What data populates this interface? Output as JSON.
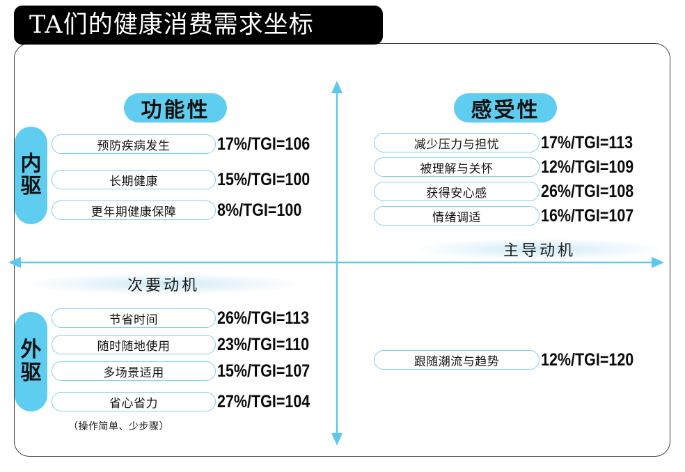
{
  "title": "TA们的健康消费需求坐标",
  "axes": {
    "vertical_color": "#5BC9EC",
    "horizontal_color": "#5BC9EC",
    "accent": "#5ECDEF",
    "pill_border": "#7FD2EE"
  },
  "quadrant_headers": {
    "functional": "功能性",
    "emotional": "感受性"
  },
  "drive_tabs": {
    "inner": {
      "line1": "内",
      "line2": "驱"
    },
    "outer": {
      "line1": "外",
      "line2": "驱"
    }
  },
  "motives": {
    "primary": "主导动机",
    "secondary": "次要动机"
  },
  "footnote": "（操作简单、少步骤）",
  "quadrants": {
    "functional_inner": {
      "items": [
        {
          "label": "预防疾病发生",
          "stat": "17%/TGI=106"
        },
        {
          "label": "长期健康",
          "stat": "15%/TGI=100"
        },
        {
          "label": "更年期健康保障",
          "stat": "8%/TGI=100"
        }
      ]
    },
    "emotional_inner": {
      "items": [
        {
          "label": "减少压力与担忧",
          "stat": "17%/TGI=113"
        },
        {
          "label": "被理解与关怀",
          "stat": "12%/TGI=109"
        },
        {
          "label": "获得安心感",
          "stat": "26%/TGI=108"
        },
        {
          "label": "情绪调适",
          "stat": "16%/TGI=107"
        }
      ]
    },
    "functional_outer": {
      "items": [
        {
          "label": "节省时间",
          "stat": "26%/TGI=113"
        },
        {
          "label": "随时随地使用",
          "stat": "23%/TGI=110"
        },
        {
          "label": "多场景适用",
          "stat": "15%/TGI=107"
        },
        {
          "label": "省心省力",
          "stat": "27%/TGI=104"
        }
      ]
    },
    "emotional_outer": {
      "items": [
        {
          "label": "跟随潮流与趋势",
          "stat": "12%/TGI=120"
        }
      ]
    }
  },
  "chart_data": {
    "type": "scatter",
    "title": "TA们的健康消费需求坐标",
    "xlabel": "次要动机 ← → 主导动机",
    "ylabel": "内驱 ↑ / 外驱 ↓",
    "quadrant_labels": [
      "功能性/内驱",
      "感受性/内驱",
      "功能性/外驱",
      "感受性/外驱"
    ],
    "points": [
      {
        "quadrant": "功能性-内驱",
        "label": "预防疾病发生",
        "percent": 17,
        "tgi": 106
      },
      {
        "quadrant": "功能性-内驱",
        "label": "长期健康",
        "percent": 15,
        "tgi": 100
      },
      {
        "quadrant": "功能性-内驱",
        "label": "更年期健康保障",
        "percent": 8,
        "tgi": 100
      },
      {
        "quadrant": "感受性-内驱",
        "label": "减少压力与担忧",
        "percent": 17,
        "tgi": 113
      },
      {
        "quadrant": "感受性-内驱",
        "label": "被理解与关怀",
        "percent": 12,
        "tgi": 109
      },
      {
        "quadrant": "感受性-内驱",
        "label": "获得安心感",
        "percent": 26,
        "tgi": 108
      },
      {
        "quadrant": "感受性-内驱",
        "label": "情绪调适",
        "percent": 16,
        "tgi": 107
      },
      {
        "quadrant": "功能性-外驱",
        "label": "节省时间",
        "percent": 26,
        "tgi": 113
      },
      {
        "quadrant": "功能性-外驱",
        "label": "随时随地使用",
        "percent": 23,
        "tgi": 110
      },
      {
        "quadrant": "功能性-外驱",
        "label": "多场景适用",
        "percent": 15,
        "tgi": 107
      },
      {
        "quadrant": "功能性-外驱",
        "label": "省心省力",
        "percent": 27,
        "tgi": 104
      },
      {
        "quadrant": "感受性-外驱",
        "label": "跟随潮流与趋势",
        "percent": 12,
        "tgi": 120
      }
    ]
  }
}
